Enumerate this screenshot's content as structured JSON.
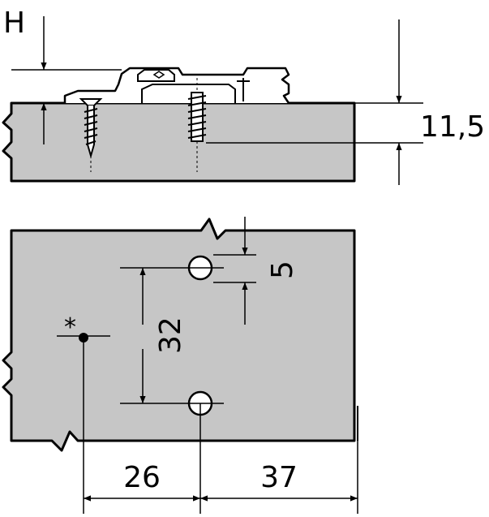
{
  "labels": {
    "height_symbol": "H",
    "plate_height": "11,5",
    "hole_offset": "5",
    "hole_spacing": "32",
    "dim_left": "26",
    "dim_right": "37",
    "marker": "*"
  },
  "colors": {
    "panel_fill": "#c6c6c6",
    "line": "#000000",
    "background": "#ffffff"
  }
}
